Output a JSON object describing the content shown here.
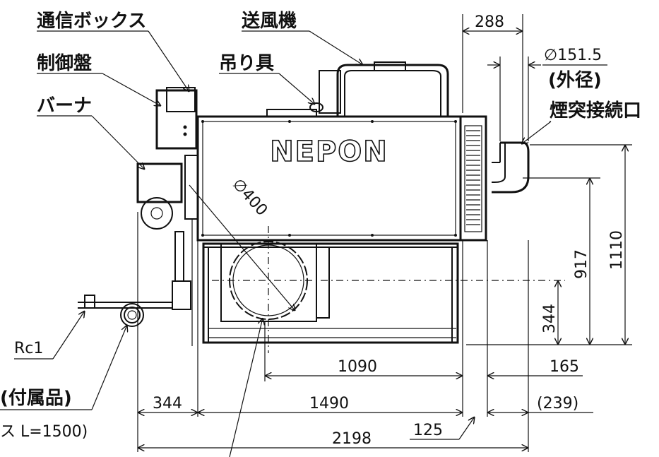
{
  "labels": {
    "comm_box": "通信ボックス",
    "blower": "送風機",
    "control_panel": "制御盤",
    "lifting_hook": "吊り具",
    "burner": "バーナ",
    "chimney_connection": "煙突接続口",
    "chimney_dia": "∅151.5",
    "chimney_outer": "(外径)",
    "rc1": "Rc1",
    "accessory": "(付属品)",
    "hose": "ス L=1500)",
    "duct_dia": "∅400",
    "logo": "NEPON"
  },
  "dimensions": {
    "top_288": "288",
    "h_1110": "1110",
    "h_917": "917",
    "h_344": "344",
    "w_1090": "1090",
    "w_165": "165",
    "w_344": "344",
    "w_1490": "1490",
    "w_239": "(239)",
    "w_2198": "2198",
    "w_125": "125"
  }
}
